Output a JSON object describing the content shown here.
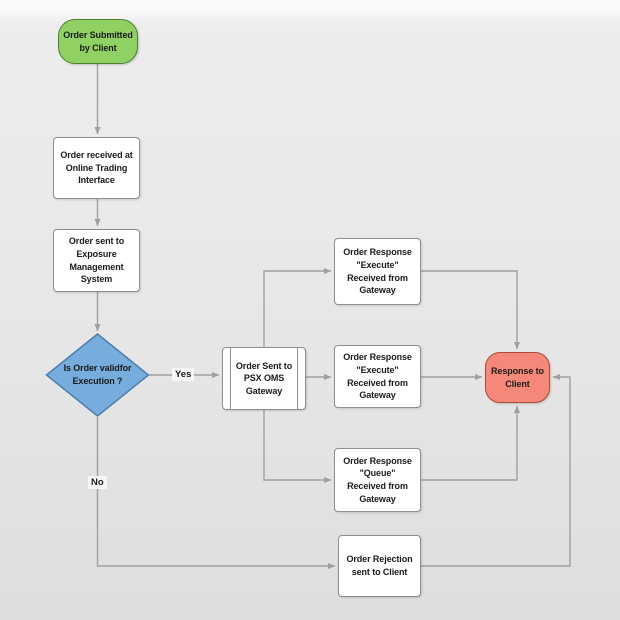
{
  "diagram": {
    "nodes": {
      "start": {
        "label": "Order Submitted\nby Client"
      },
      "online_trading": {
        "label": "Order received at\nOnline Trading\nInterface"
      },
      "exposure_system": {
        "label": "Order sent to\nExposure\nManagement\nSystem"
      },
      "validity_decision": {
        "label": "Is Order validfor\nExecution ?"
      },
      "psx_gateway": {
        "label": "Order Sent to\nPSX OMS\nGateway"
      },
      "response_execute_top": {
        "label": "Order Response\n\"Execute\"\nReceived from\nGateway"
      },
      "response_execute_mid": {
        "label": "Order Response\n\"Execute\"\nReceived from\nGateway"
      },
      "response_queue": {
        "label": "Order Response\n\"Queue\"\nReceived from\nGateway"
      },
      "response_to_client": {
        "label": "Response to\nClient"
      },
      "order_rejection": {
        "label": "Order Rejection\nsent to Client"
      }
    },
    "edge_labels": {
      "yes": "Yes",
      "no": "No"
    },
    "colors": {
      "start_fill": "#90d164",
      "start_border": "#4e7f2c",
      "decision_fill": "#76addd",
      "decision_border": "#4c7fae",
      "terminal_fill": "#f58878",
      "terminal_border": "#ad4a38",
      "process_fill": "#ffffff",
      "process_border": "#8f8f8f",
      "connector": "#a0a0a0"
    }
  }
}
